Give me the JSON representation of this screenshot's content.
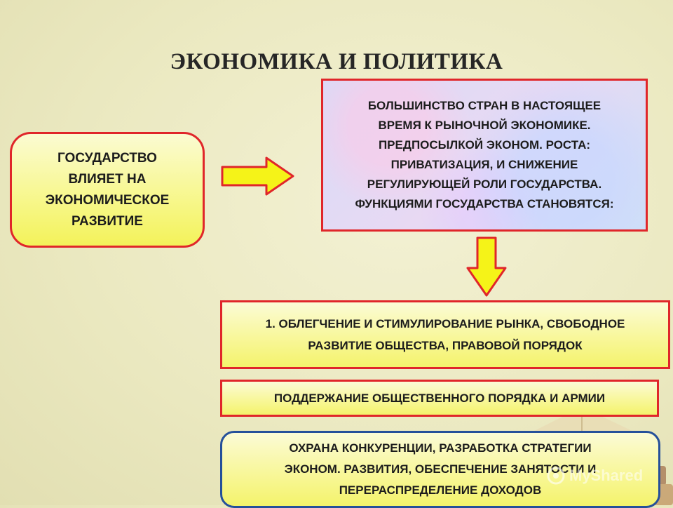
{
  "title": "ЭКОНОМИКА И ПОЛИТИКА",
  "state_box": {
    "lines": [
      "ГОСУДАРСТВО",
      "ВЛИЯЕТ НА",
      "ЭКОНОМИЧЕСКОЕ",
      "РАЗВИТИЕ"
    ]
  },
  "majority_box": {
    "lines": [
      "БОЛЬШИНСТВО СТРАН В НАСТОЯЩЕЕ",
      "ВРЕМЯ К  РЫНОЧНОЙ ЭКОНОМИКЕ.",
      "ПРЕДПОСЫЛКОЙ ЭКОНОМ. РОСТА:",
      "ПРИВАТИЗАЦИЯ,  И СНИЖЕНИЕ",
      "РЕГУЛИРУЮЩЕЙ РОЛИ ГОСУДАРСТВА.",
      "ФУНКЦИЯМИ  ГОСУДАРСТВА СТАНОВЯТСЯ:"
    ]
  },
  "functions": [
    {
      "lines": [
        "1. ОБЛЕГЧЕНИЕ И СТИМУЛИРОВАНИЕ  РЫНКА, СВОБОДНОЕ",
        "РАЗВИТИЕ ОБЩЕСТВА,  ПРАВОВОЙ  ПОРЯДОК"
      ]
    },
    {
      "lines": [
        "ПОДДЕРЖАНИЕ  ОБЩЕСТВЕННОГО ПОРЯДКА  И АРМИИ"
      ]
    },
    {
      "lines": [
        "ОХРАНА   КОНКУРЕНЦИИ, РАЗРАБОТКА СТРАТЕГИИ",
        "ЭКОНОМ. РАЗВИТИЯ, ОБЕСПЕЧЕНИЕ  ЗАНЯТОСТИ  И",
        "ПЕРЕРАСПРЕДЕЛЕНИЕ  ДОХОДОВ"
      ]
    }
  ],
  "watermark": {
    "text": "MyShared"
  },
  "colors": {
    "box_border": "#e0262a",
    "last_box_border": "#25509a",
    "arrow_fill": "#f5f318",
    "arrow_stroke": "#e0262a"
  }
}
